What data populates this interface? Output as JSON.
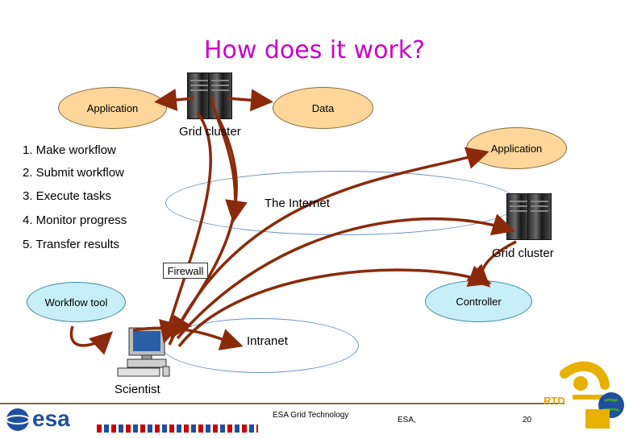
{
  "title": "How does it work?",
  "nodes": {
    "application_left": "Application",
    "data": "Data",
    "grid_cluster_top": "Grid cluster",
    "application_right": "Application",
    "the_internet": "The Internet",
    "grid_cluster_right": "Grid cluster",
    "firewall": "Firewall",
    "workflow_tool": "Workflow tool",
    "controller": "Controller",
    "intranet": "Intranet",
    "scientist": "Scientist"
  },
  "steps": [
    "1. Make workflow",
    "2. Submit workflow",
    "3. Execute tasks",
    "4. Monitor progress",
    "5. Transfer results"
  ],
  "footer": {
    "center_text": "ESA Grid Technology",
    "org": "ESA,",
    "page": "20",
    "logo_text": "esa",
    "rtd_text": "RTD"
  },
  "colors": {
    "title": "#cc00cc",
    "arrows": "#8b2a0a",
    "orange_node": "#fed69a",
    "blue_node": "#c8eef8"
  }
}
